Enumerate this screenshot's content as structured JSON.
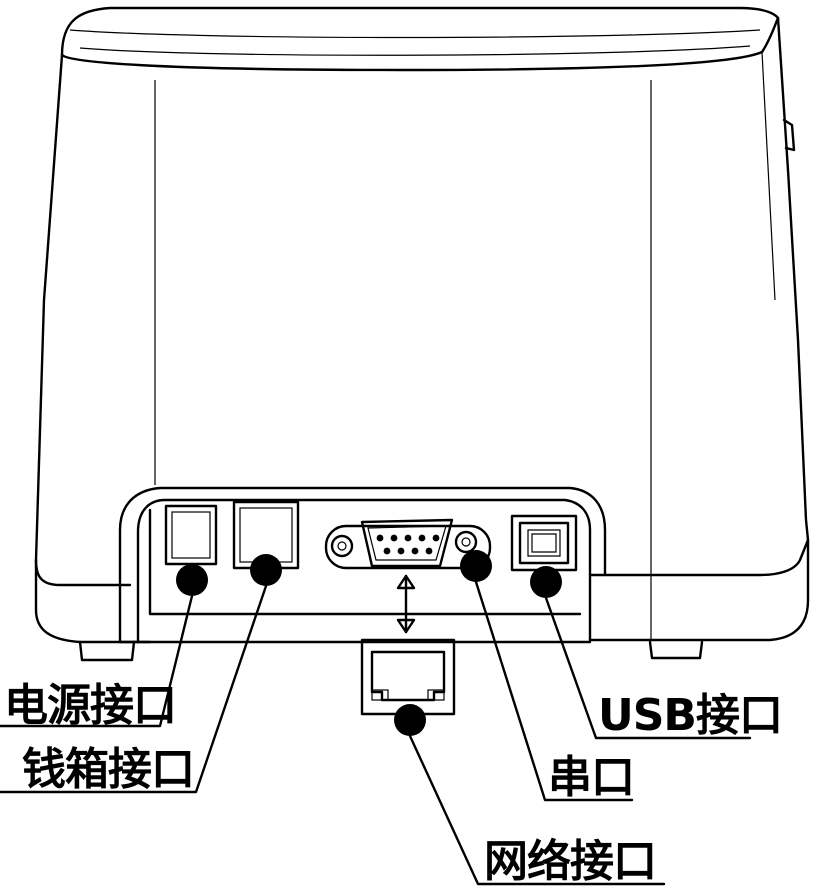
{
  "labels": {
    "power": "电源接口",
    "cash_drawer": "钱箱接口",
    "usb": "USB接口",
    "serial": "串口",
    "network": "网络接口"
  }
}
